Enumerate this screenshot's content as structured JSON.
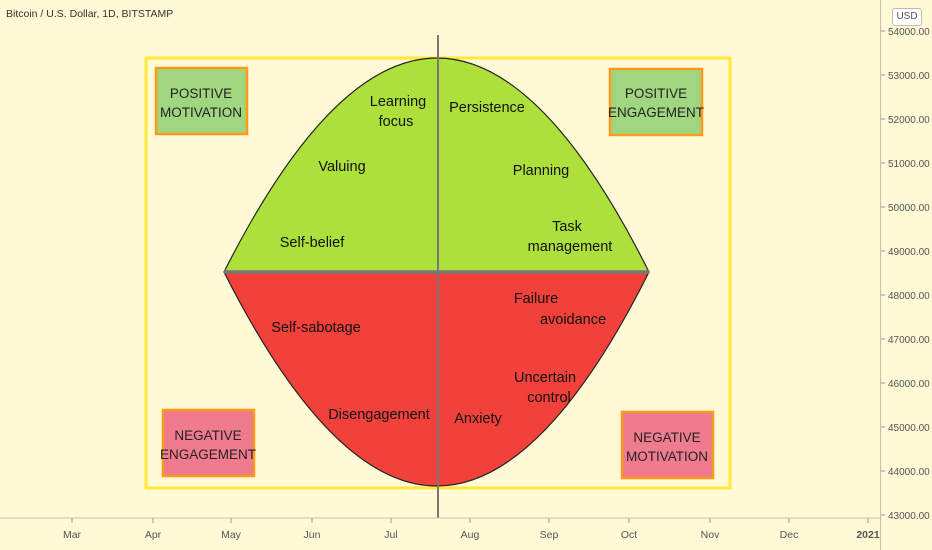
{
  "header": {
    "title": "Bitcoin / U.S. Dollar, 1D, BITSTAMP",
    "currency": "USD"
  },
  "price_axis": {
    "ticks": [
      "54000.00",
      "53000.00",
      "52000.00",
      "51000.00",
      "50000.00",
      "49000.00",
      "48000.00",
      "47000.00",
      "46000.00",
      "45000.00",
      "44000.00",
      "43000.00"
    ]
  },
  "time_axis": {
    "ticks": [
      {
        "label": "Mar",
        "bold": false
      },
      {
        "label": "Apr",
        "bold": false
      },
      {
        "label": "May",
        "bold": false
      },
      {
        "label": "Jun",
        "bold": false
      },
      {
        "label": "Jul",
        "bold": false
      },
      {
        "label": "Aug",
        "bold": false
      },
      {
        "label": "Sep",
        "bold": false
      },
      {
        "label": "Oct",
        "bold": false
      },
      {
        "label": "Nov",
        "bold": false
      },
      {
        "label": "Dec",
        "bold": false
      },
      {
        "label": "2021",
        "bold": true
      }
    ]
  },
  "colors": {
    "background": "#fff9d6",
    "frame": "#ffe83a",
    "top_half": "#aee03c",
    "bottom_half": "#f2413a",
    "axis_line": "#777777",
    "corner_positive": "#9fd67f",
    "corner_negative": "#f07b8f",
    "corner_border": "#ff9a1a"
  },
  "diagram": {
    "corners": {
      "top_left": [
        "POSITIVE",
        "MOTIVATION"
      ],
      "top_right": [
        "POSITIVE",
        "ENGAGEMENT"
      ],
      "bottom_left": [
        "NEGATIVE",
        "ENGAGEMENT"
      ],
      "bottom_right": [
        "NEGATIVE",
        "MOTIVATION"
      ]
    },
    "labels": {
      "learning_focus": [
        "Learning",
        "focus"
      ],
      "persistence": [
        "Persistence"
      ],
      "valuing": [
        "Valuing"
      ],
      "planning": [
        "Planning"
      ],
      "self_belief": [
        "Self-belief"
      ],
      "task_management": [
        "Task",
        "management"
      ],
      "self_sabotage": [
        "Self-sabotage"
      ],
      "failure_avoidance": [
        "Failure",
        "avoidance"
      ],
      "uncertain_control": [
        "Uncertain",
        "control"
      ],
      "disengagement": [
        "Disengagement"
      ],
      "anxiety": [
        "Anxiety"
      ]
    }
  }
}
